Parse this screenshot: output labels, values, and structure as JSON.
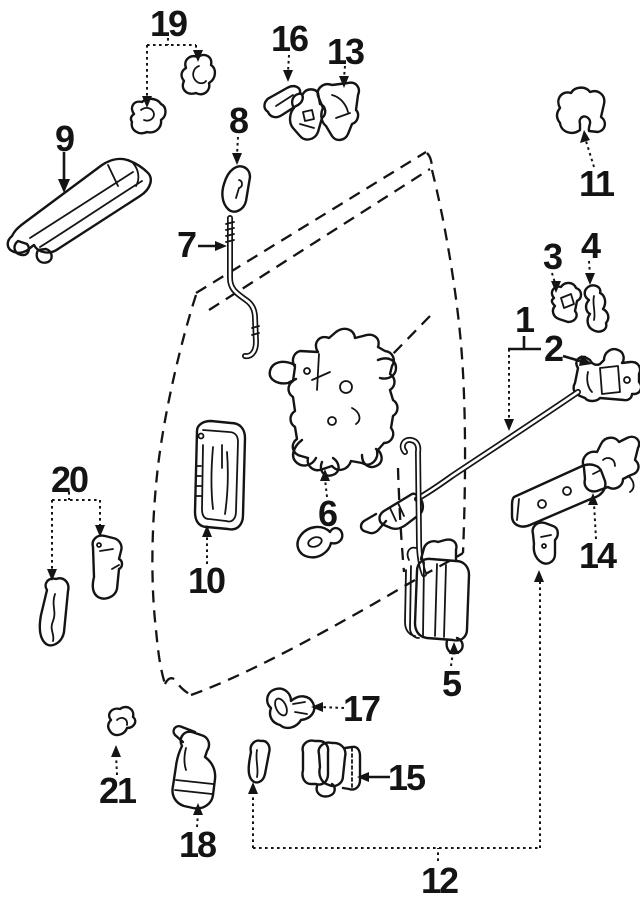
{
  "diagram": {
    "kind": "exploded-parts-line-drawing",
    "background_color": "#ffffff",
    "line_color": "#141414",
    "labels": [
      {
        "text": "1"
      },
      {
        "text": "2"
      },
      {
        "text": "3"
      },
      {
        "text": "4"
      },
      {
        "text": "5"
      },
      {
        "text": "6"
      },
      {
        "text": "7"
      },
      {
        "text": "8"
      },
      {
        "text": "9"
      },
      {
        "text": "10"
      },
      {
        "text": "11"
      },
      {
        "text": "12"
      },
      {
        "text": "13"
      },
      {
        "text": "14"
      },
      {
        "text": "15"
      },
      {
        "text": "16"
      },
      {
        "text": "17"
      },
      {
        "text": "18"
      },
      {
        "text": "19"
      },
      {
        "text": "20"
      },
      {
        "text": "21"
      }
    ]
  }
}
